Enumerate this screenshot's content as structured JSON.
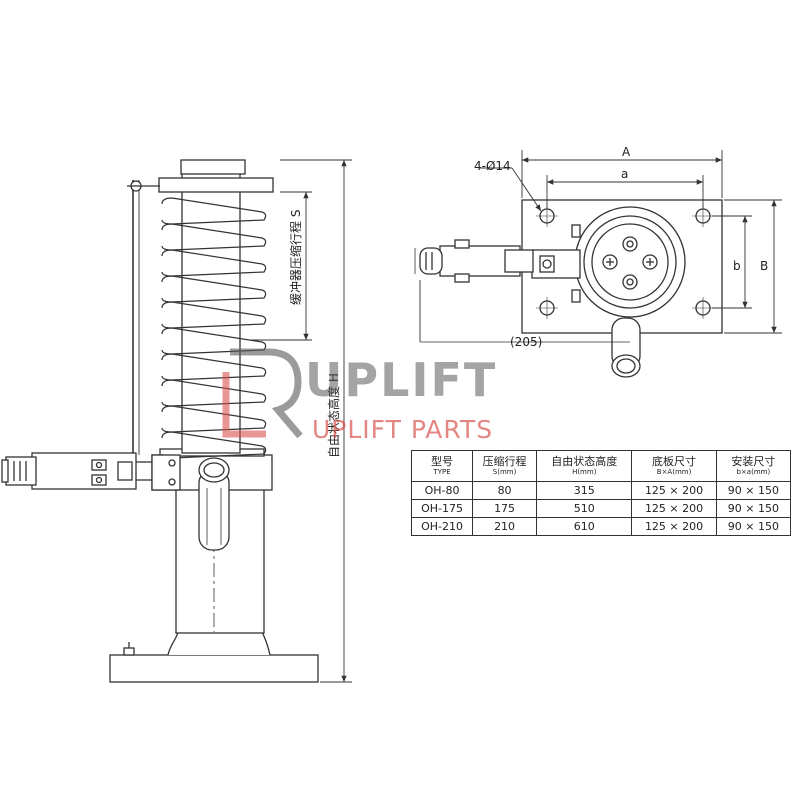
{
  "dimensions": {
    "stroke_label": "缓冲器压缩行程 S",
    "height_label": "自由状态高度 H",
    "hole_label": "4-Ø14",
    "A": "A",
    "a": "a",
    "b": "b",
    "B": "B",
    "offset_205": "(205)"
  },
  "watermark": {
    "brand": "UPLIFT",
    "parts": "UPLIFT PARTS"
  },
  "colors": {
    "line": "#333333",
    "watermark_gray": "#5a5a5a",
    "watermark_red": "#d9534f"
  },
  "table": {
    "headers": [
      {
        "title": "型号",
        "sub": "TYPE"
      },
      {
        "title": "压缩行程",
        "sub": "S(mm)"
      },
      {
        "title": "自由状态高度",
        "sub": "H(mm)"
      },
      {
        "title": "底板尺寸",
        "sub": "B×A(mm)"
      },
      {
        "title": "安装尺寸",
        "sub": "b×a(mm)"
      }
    ],
    "rows": [
      [
        "OH-80",
        "80",
        "315",
        "125 × 200",
        "90 × 150"
      ],
      [
        "OH-175",
        "175",
        "510",
        "125 × 200",
        "90 × 150"
      ],
      [
        "OH-210",
        "210",
        "610",
        "125 × 200",
        "90 × 150"
      ]
    ]
  }
}
